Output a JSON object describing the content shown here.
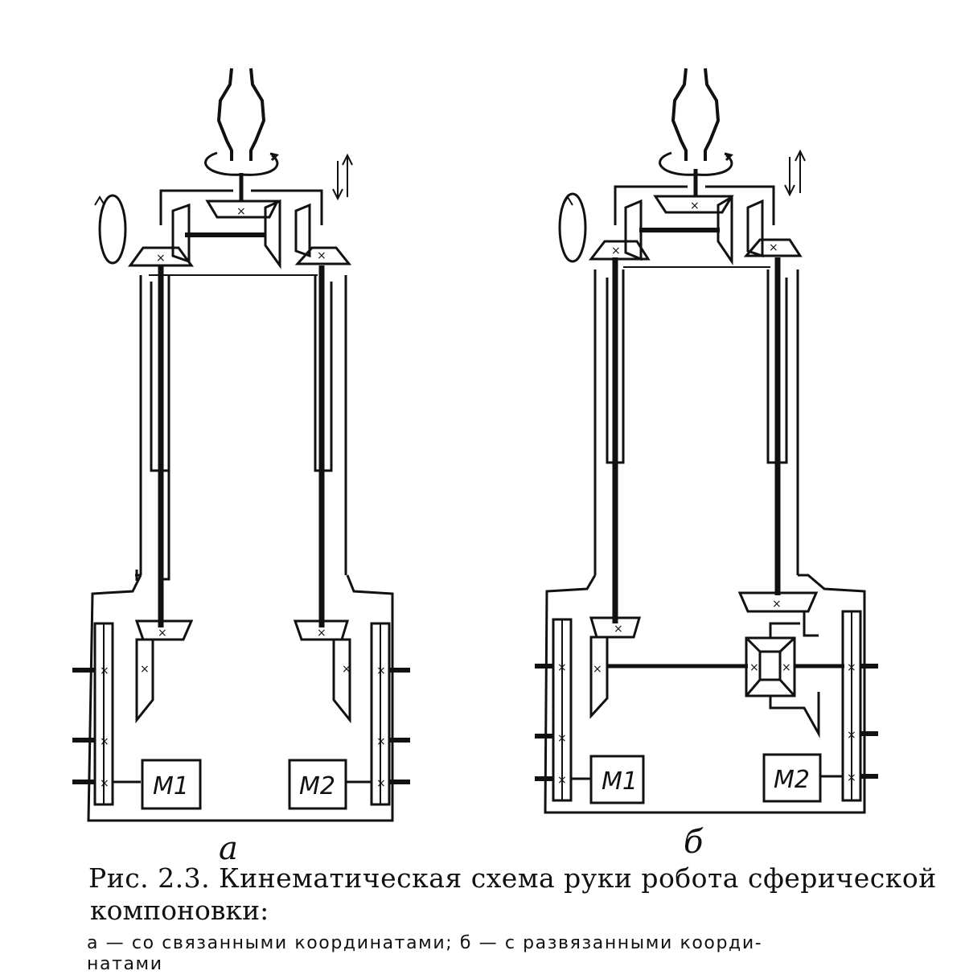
{
  "figure": {
    "panel_a": {
      "label": "а",
      "motor1": "M1",
      "motor2": "M2"
    },
    "panel_b": {
      "label": "б",
      "motor1": "M1",
      "motor2": "M2"
    }
  },
  "caption": {
    "line1": "Рис. 2.3. Кинематическая схема руки робота сферической",
    "line2": "компоновки:",
    "line3": "а — со связанными координатами;   б — с развязанными коорди-",
    "line4": "натами"
  }
}
